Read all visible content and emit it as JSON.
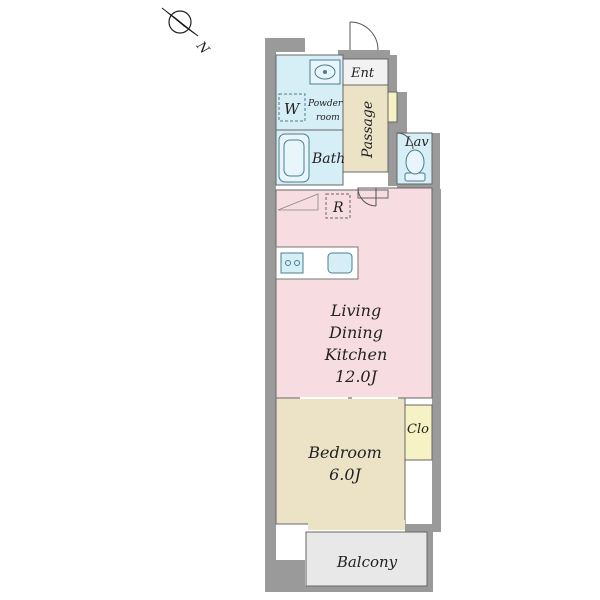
{
  "compass": {
    "north_letter": "N"
  },
  "rooms": {
    "entrance": "Ent",
    "washer": "W",
    "powder_room_line1": "Powder",
    "powder_room_line2": "room",
    "passage": "Passage",
    "bath": "Bath",
    "lavatory": "Lav",
    "refrigerator": "R",
    "ldk_line1": "Living",
    "ldk_line2": "Dining",
    "ldk_line3": "Kitchen",
    "ldk_size": "12.0J",
    "closet": "Clo",
    "bedroom": "Bedroom",
    "bedroom_size": "6.0J",
    "balcony": "Balcony"
  },
  "colors": {
    "wall": "#9a9a9a",
    "water_area": "#d6eef6",
    "passage": "#ece3c6",
    "living": "#f7dde2",
    "bedroom": "#ece3c6",
    "closet": "#f6f2c4",
    "balcony": "#e8e8e8",
    "line": "#555555"
  }
}
